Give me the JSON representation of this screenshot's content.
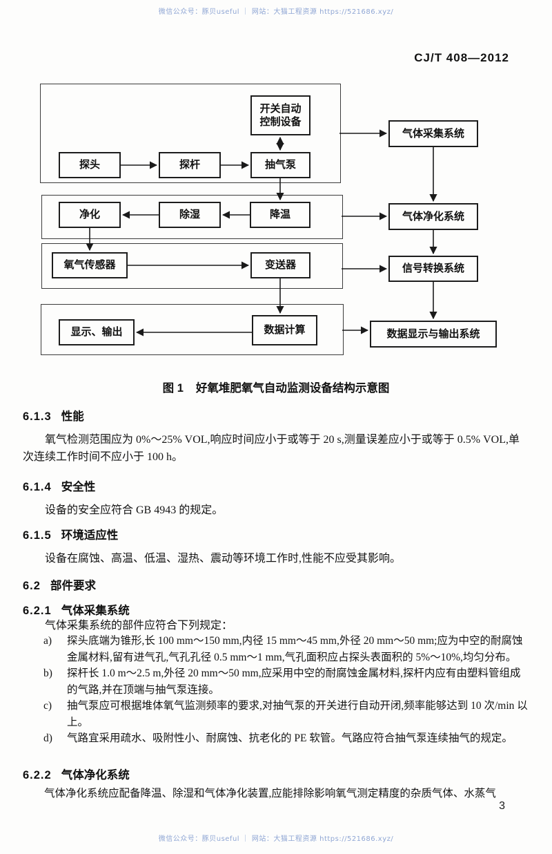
{
  "watermark": {
    "top": "微信公众号：豚贝useful ｜ 网站：大猫工程资源 https://521686.xyz/",
    "bottom": "微信公众号：豚贝useful ｜ 网站：大猫工程资源 https://521686.xyz/"
  },
  "header": {
    "standard_no": "CJ/T 408—2012"
  },
  "flowchart": {
    "caption_prefix": "图 1",
    "caption_title": "好氧堆肥氧气自动监测设备结构示意图",
    "nodes": {
      "probe": "探头",
      "rod": "探杆",
      "pump": "抽气泵",
      "auto_control": "开关自动\n控制设备",
      "cool": "降温",
      "dehumid": "除湿",
      "purify": "净化",
      "o2_sensor": "氧气传感器",
      "transmitter": "变送器",
      "data_calc": "数据计算",
      "display_output": "显示、输出",
      "sys_collection": "气体采集系统",
      "sys_purification": "气体净化系统",
      "sys_signal": "信号转换系统",
      "sys_data_output": "数据显示与输出系统"
    }
  },
  "sections": {
    "s613": {
      "num": "6.1.3",
      "title": "性能",
      "body": "氧气检测范围应为 0%～25% VOL,响应时间应小于或等于 20 s,测量误差应小于或等于 0.5% VOL,单次连续工作时间不应小于 100 h。"
    },
    "s614": {
      "num": "6.1.4",
      "title": "安全性",
      "body": "设备的安全应符合 GB 4943 的规定。"
    },
    "s615": {
      "num": "6.1.5",
      "title": "环境适应性",
      "body": "设备在腐蚀、高温、低温、湿热、震动等环境工作时,性能不应受其影响。"
    },
    "s62": {
      "num": "6.2",
      "title": "部件要求"
    },
    "s621": {
      "num": "6.2.1",
      "title": "气体采集系统",
      "intro": "气体采集系统的部件应符合下列规定：",
      "items": [
        {
          "m": "a)",
          "t": "探头底端为锥形,长 100 mm～150 mm,内径 15 mm～45 mm,外径 20 mm～50 mm;应为中空的耐腐蚀金属材料,留有进气孔,气孔孔径 0.5 mm～1 mm,气孔面积应占探头表面积的 5%～10%,均匀分布。"
        },
        {
          "m": "b)",
          "t": "探杆长 1.0 m～2.5 m,外径 20 mm～50 mm,应采用中空的耐腐蚀金属材料,探杆内应有由塑料管组成的气路,并在顶端与抽气泵连接。"
        },
        {
          "m": "c)",
          "t": "抽气泵应可根据堆体氧气监测频率的要求,对抽气泵的开关进行自动开闭,频率能够达到 10 次/min 以上。"
        },
        {
          "m": "d)",
          "t": "气路宜采用疏水、吸附性小、耐腐蚀、抗老化的 PE 软管。气路应符合抽气泵连续抽气的规定。"
        }
      ]
    },
    "s622": {
      "num": "6.2.2",
      "title": "气体净化系统",
      "body": "气体净化系统应配备降温、除湿和气体净化装置,应能排除影响氧气测定精度的杂质气体、水蒸气"
    }
  },
  "page_number": "3"
}
